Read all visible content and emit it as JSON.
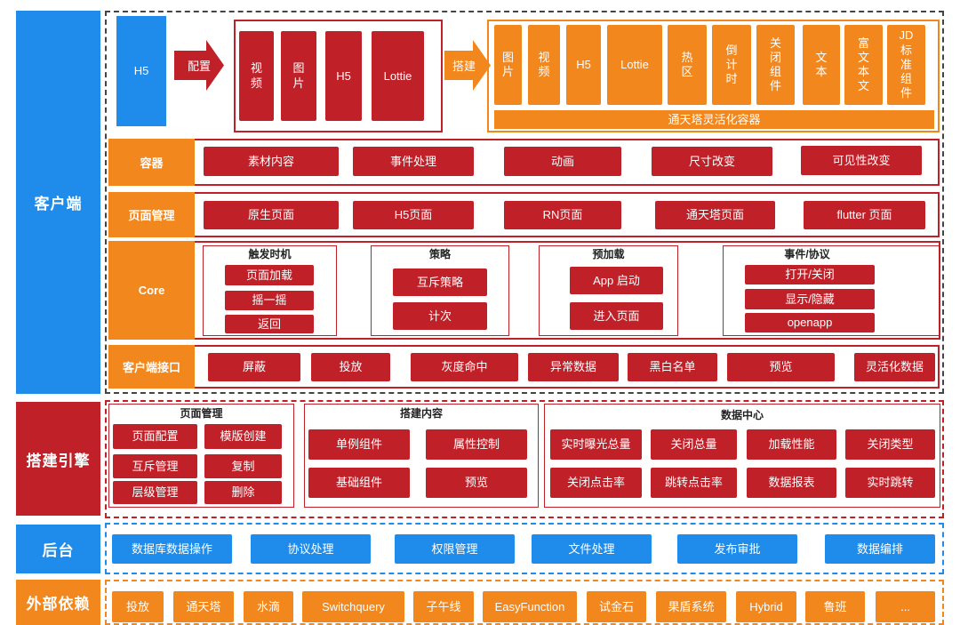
{
  "colors": {
    "blue": "#1f8ceb",
    "red": "#c02028",
    "orange": "#f2871e",
    "client_border": "#444444"
  },
  "sections": {
    "client": "客户端",
    "builder": "搭建引擎",
    "backend": "后台",
    "external": "外部依赖"
  },
  "client": {
    "flow": {
      "source": "H5",
      "config_arrow": "配置",
      "materials": [
        "视频",
        "图片",
        "H5",
        "Lottie"
      ],
      "build_arrow": "搭建",
      "components": [
        "图片",
        "视频",
        "H5",
        "Lottie",
        "热区",
        "倒计时",
        "关闭组件",
        "文本",
        "富文本文",
        "JD标准组件"
      ],
      "container_name": "通天塔灵活化容器"
    },
    "container": {
      "label": "容器",
      "items": [
        "素材内容",
        "事件处理",
        "动画",
        "尺寸改变",
        "可见性改变"
      ]
    },
    "page_management": {
      "label": "页面管理",
      "items": [
        "原生页面",
        "H5页面",
        "RN页面",
        "通天塔页面",
        "flutter 页面"
      ]
    },
    "core": {
      "label": "Core",
      "groups": [
        {
          "title": "触发时机",
          "items": [
            "页面加载",
            "摇一摇",
            "返回"
          ]
        },
        {
          "title": "策略",
          "items": [
            "互斥策略",
            "计次"
          ]
        },
        {
          "title": "预加载",
          "items": [
            "App 启动",
            "进入页面"
          ]
        },
        {
          "title": "事件/协议",
          "items": [
            "打开/关闭",
            "显示/隐藏",
            "openapp"
          ]
        }
      ]
    },
    "interface": {
      "label": "客户端接口",
      "items": [
        "屏蔽",
        "投放",
        "灰度命中",
        "异常数据",
        "黑白名单",
        "预览",
        "灵活化数据"
      ]
    }
  },
  "builder": {
    "groups": [
      {
        "title": "页面管理",
        "items": [
          "页面配置",
          "模版创建",
          "互斥管理",
          "复制",
          "层级管理",
          "删除"
        ]
      },
      {
        "title": "搭建内容",
        "items": [
          "单例组件",
          "属性控制",
          "基础组件",
          "预览"
        ]
      },
      {
        "title": "数据中心",
        "items": [
          "实时曝光总量",
          "关闭总量",
          "加载性能",
          "关闭类型",
          "关闭点击率",
          "跳转点击率",
          "数据报表",
          "实时跳转"
        ]
      }
    ]
  },
  "backend": {
    "items": [
      "数据库数据操作",
      "协议处理",
      "权限管理",
      "文件处理",
      "发布审批",
      "数据编排"
    ]
  },
  "external": {
    "items": [
      "投放",
      "通天塔",
      "水滴",
      "Switchquery",
      "子午线",
      "EasyFunction",
      "试金石",
      "果盾系统",
      "Hybrid",
      "鲁班",
      "..."
    ]
  }
}
